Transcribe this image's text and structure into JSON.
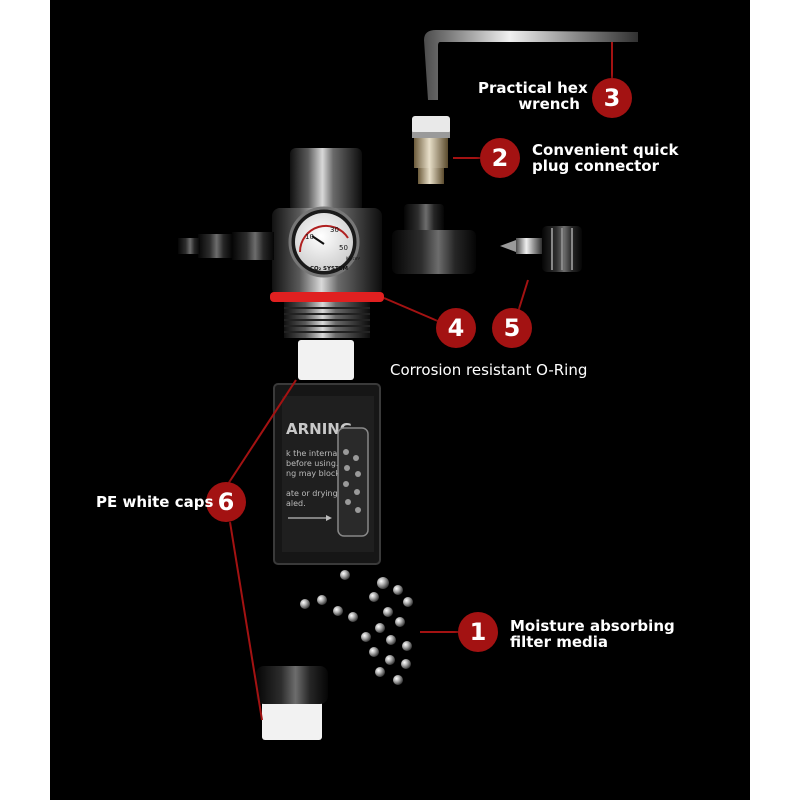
{
  "callouts": [
    {
      "number": "1",
      "lines": [
        "Moisture absorbing",
        "filter media"
      ]
    },
    {
      "number": "2",
      "lines": [
        "Convenient quick",
        "plug connector"
      ]
    },
    {
      "number": "3",
      "lines": [
        "Practical hex",
        "wrench"
      ]
    },
    {
      "number": "4",
      "lines": []
    },
    {
      "number": "5",
      "lines": []
    },
    {
      "number": "6",
      "lines": [
        "PE white caps"
      ]
    }
  ],
  "shared_label": "Corrosion resistant O-Ring",
  "gauge": {
    "brand": "CO₂ SYSTEM",
    "ticks": [
      "10",
      "30",
      "50"
    ],
    "unit": "Kg/cm²"
  },
  "warning": {
    "title": "ARNING",
    "lines": [
      "k the internal",
      "before using.",
      "ng may block",
      "",
      "ate or drying",
      "aled."
    ]
  },
  "colors": {
    "background": "#000000",
    "badge": "#a31212",
    "oring": "#e02020",
    "text": "#ffffff"
  }
}
